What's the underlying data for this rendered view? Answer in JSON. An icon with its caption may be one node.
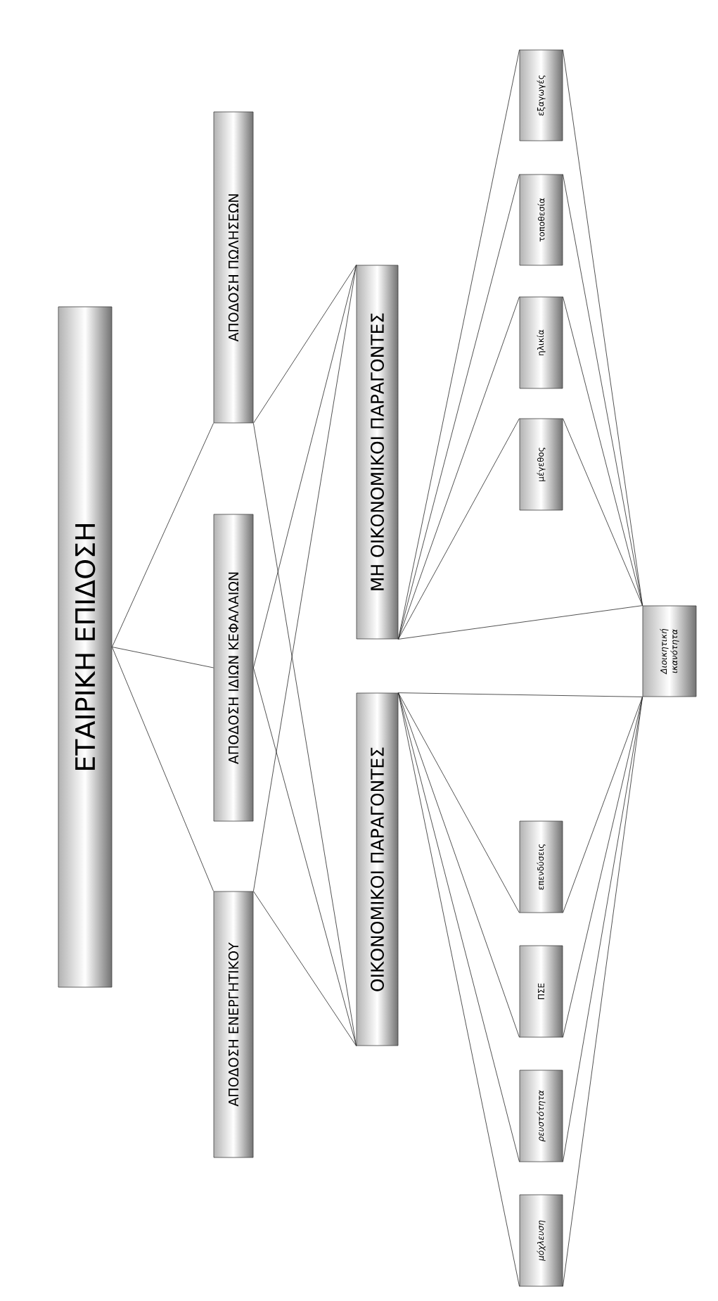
{
  "diagram": {
    "nodes": [
      {
        "text": [
          "ΕΤΑΙΡΙΚΗ ΕΠΙΔΟΣΗ"
        ]
      },
      {
        "text": [
          "ΑΠΟΔΟΣΗ ΕΝΕΡΓΗΤΙΚΟΥ"
        ]
      },
      {
        "text": [
          "ΑΠΟΔΟΣΗ ΙΔΙΩΝ ΚΕΦΑΛΑΙΩΝ"
        ]
      },
      {
        "text": [
          "ΑΠΟΔΟΣΗ ΠΩΛΗΣΕΩΝ"
        ]
      },
      {
        "text": [
          "ΟΙΚΟΝΟΜΙΚΟΙ ΠΑΡΑΓΟΝΤΕΣ"
        ]
      },
      {
        "text": [
          "ΜΗ ΟΙΚΟΝΟΜΙΚΟΙ ΠΑΡΑΓΟΝΤΕΣ"
        ]
      },
      {
        "text": [
          "μόχλευση"
        ]
      },
      {
        "text": [
          "ρευστότητα"
        ]
      },
      {
        "text": [
          "ΠΣΕ"
        ]
      },
      {
        "text": [
          "επενδύσεις"
        ]
      },
      {
        "text": [
          "Διοικητική ικανότητα"
        ]
      },
      {
        "text": [
          "μέγεθος"
        ]
      },
      {
        "text": [
          "ηλικία"
        ]
      },
      {
        "text": [
          "τοποθεσία"
        ]
      },
      {
        "text": [
          "εξαγωγές"
        ]
      }
    ],
    "edges": [
      {
        "from": 0,
        "to": 1,
        "arrow": "none"
      },
      {
        "from": 0,
        "to": 2,
        "arrow": "none"
      },
      {
        "from": 0,
        "to": 3,
        "arrow": "none"
      },
      {
        "from": 1,
        "to": 4,
        "arrow": "none"
      },
      {
        "from": 1,
        "to": 5,
        "arrow": "none"
      },
      {
        "from": 2,
        "to": 4,
        "arrow": "none"
      },
      {
        "from": 2,
        "to": 5,
        "arrow": "none"
      },
      {
        "from": 3,
        "to": 4,
        "arrow": "none"
      },
      {
        "from": 3,
        "to": 5,
        "arrow": "none"
      },
      {
        "from": 5,
        "to": 14,
        "arrow": "none"
      },
      {
        "from": 5,
        "to": 13,
        "arrow": "none"
      },
      {
        "from": 5,
        "to": 12,
        "arrow": "none"
      },
      {
        "from": 5,
        "to": 11,
        "arrow": "none"
      },
      {
        "from": 5,
        "to": 10,
        "arrow": "none"
      },
      {
        "from": 4,
        "to": 10,
        "arrow": "none"
      },
      {
        "from": 4,
        "to": 9,
        "arrow": "none"
      },
      {
        "from": 4,
        "to": 8,
        "arrow": "none"
      },
      {
        "from": 4,
        "to": 7,
        "arrow": "none"
      },
      {
        "from": 4,
        "to": 6,
        "arrow": "none"
      },
      {
        "from": 14,
        "to": 10,
        "arrow": "none"
      },
      {
        "from": 13,
        "to": 10,
        "arrow": "none"
      },
      {
        "from": 12,
        "to": 10,
        "arrow": "none"
      },
      {
        "from": 11,
        "to": 10,
        "arrow": "none"
      },
      {
        "from": 9,
        "to": 10,
        "arrow": "none"
      },
      {
        "from": 8,
        "to": 10,
        "arrow": "none"
      },
      {
        "from": 7,
        "to": 10,
        "arrow": "none"
      },
      {
        "from": 6,
        "to": 10,
        "arrow": "none"
      }
    ]
  }
}
